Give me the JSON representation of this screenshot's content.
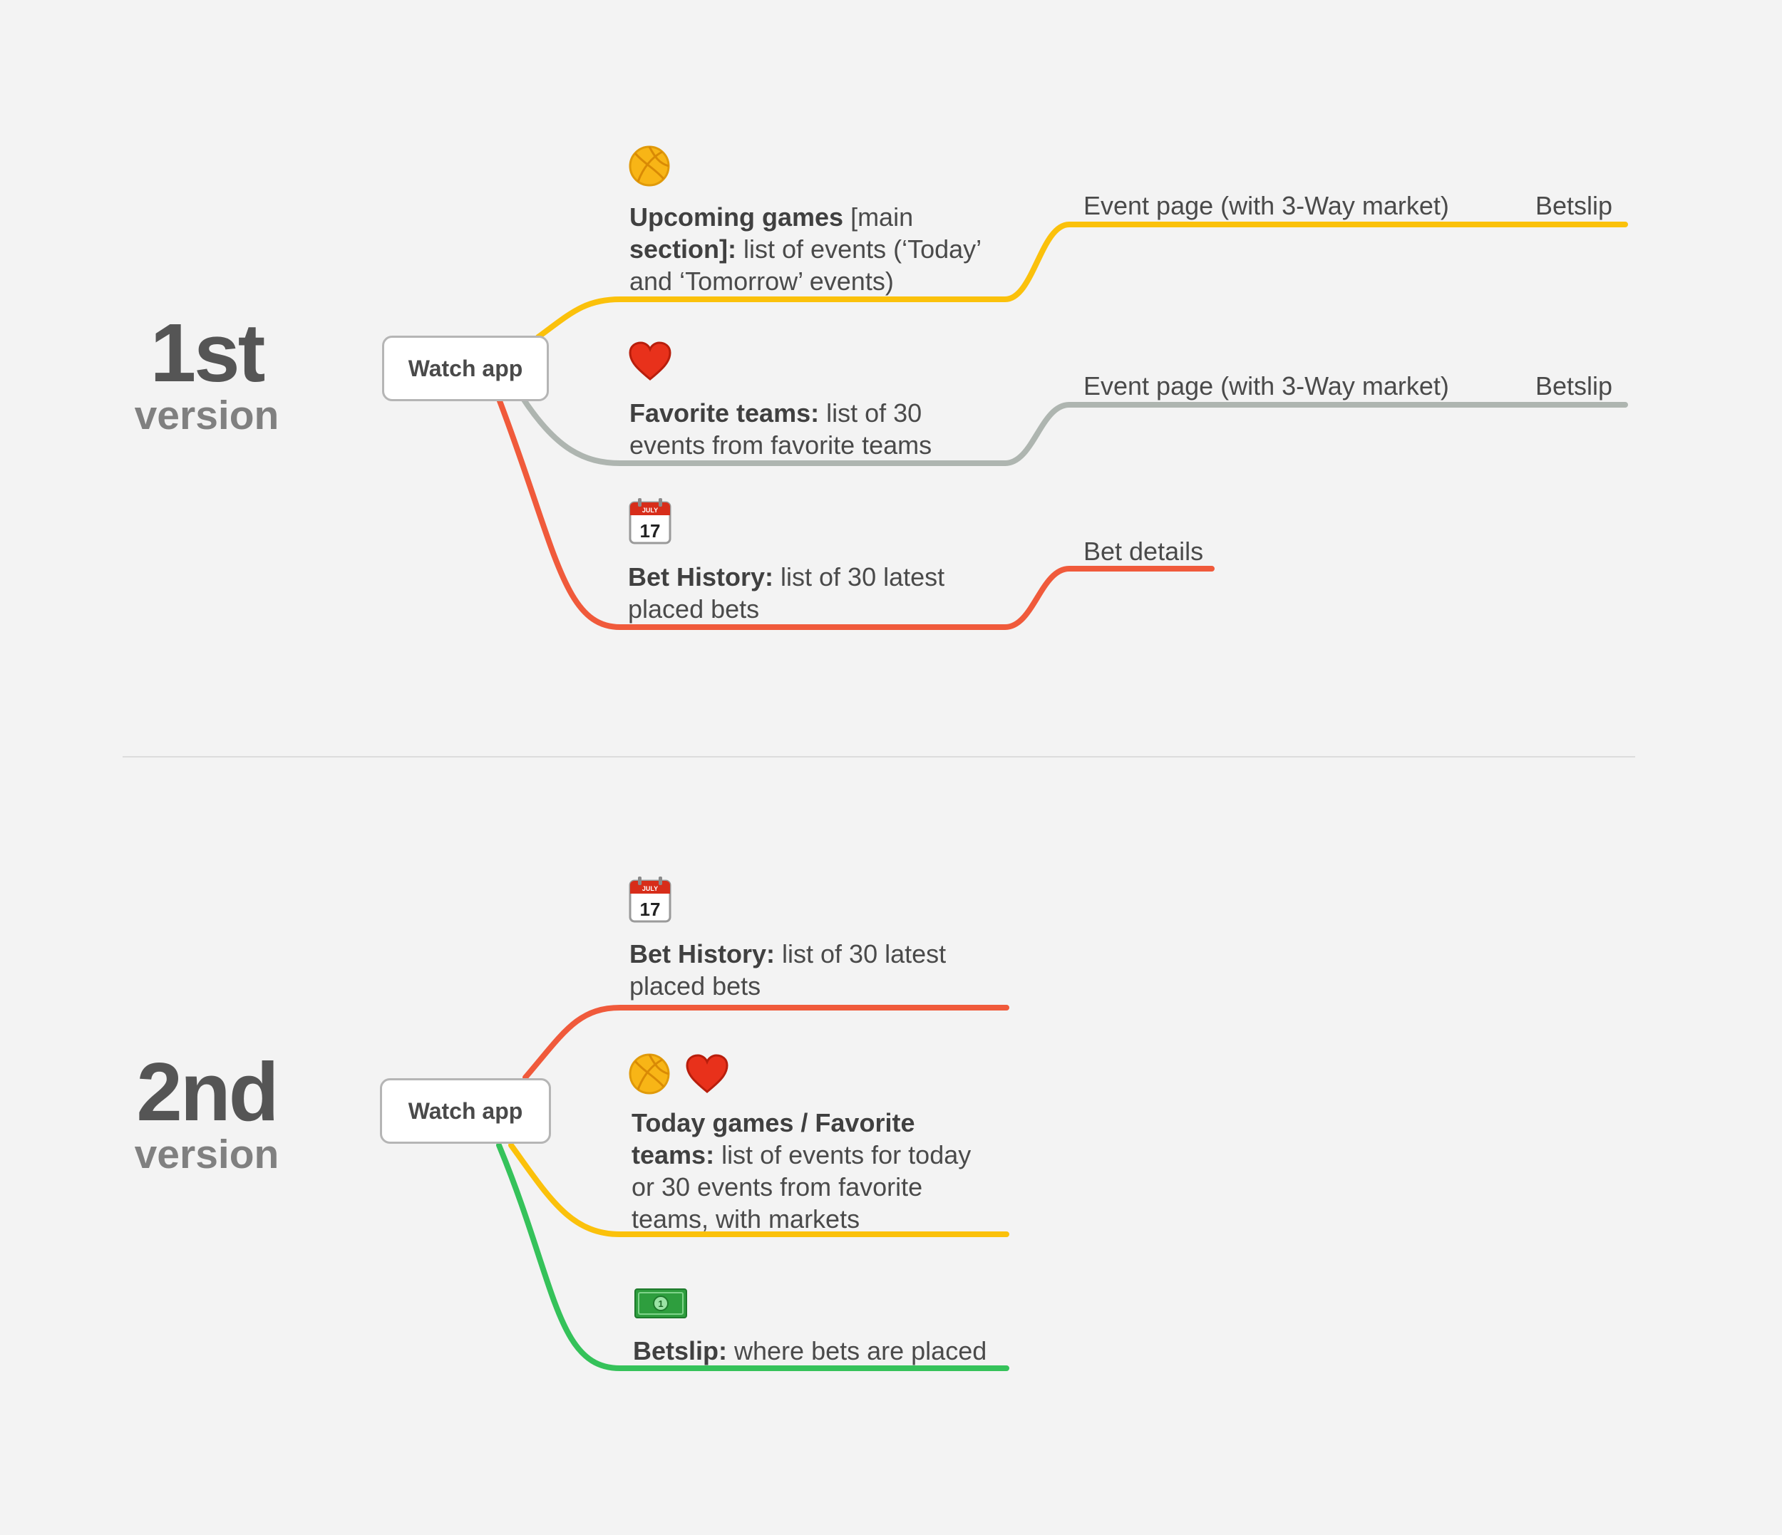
{
  "version1": {
    "number": "1st",
    "word": "version",
    "root": "Watch app",
    "branches": [
      {
        "icon": "basketball-icon",
        "bold": "Upcoming games",
        "text": " [main section]: list of events (‘Today’ and ‘Tomorrow’ events)",
        "bold_extra": "section]:",
        "color": "#FBC10B",
        "next": "Event page (with 3-Way market)",
        "last": "Betslip"
      },
      {
        "icon": "heart-icon",
        "bold": "Favorite teams:",
        "text": " list of 30 events from favorite teams",
        "color": "#AEB5B0",
        "next": "Event page (with 3-Way market)",
        "last": "Betslip"
      },
      {
        "icon": "calendar-icon",
        "bold": "Bet History:",
        "text": " list of 30 latest placed bets",
        "color": "#F05A3B",
        "next": "Bet details"
      }
    ]
  },
  "version2": {
    "number": "2nd",
    "word": "version",
    "root": "Watch app",
    "branches": [
      {
        "icon": "calendar-icon",
        "bold": "Bet History:",
        "text": " list of 30 latest placed bets",
        "color": "#F05A3B"
      },
      {
        "icons": [
          "basketball-icon",
          "heart-icon"
        ],
        "bold": "Today games / Favorite teams:",
        "text": " list of events for today or 30 events from favorite teams, with markets",
        "color": "#FBC10B"
      },
      {
        "icon": "dollar-bill-icon",
        "bold": "Betslip:",
        "text": " where bets are placed",
        "color": "#35C25A"
      }
    ]
  },
  "calendar": {
    "month": "JULY",
    "day": "17"
  },
  "bill": {
    "mark": "1"
  }
}
